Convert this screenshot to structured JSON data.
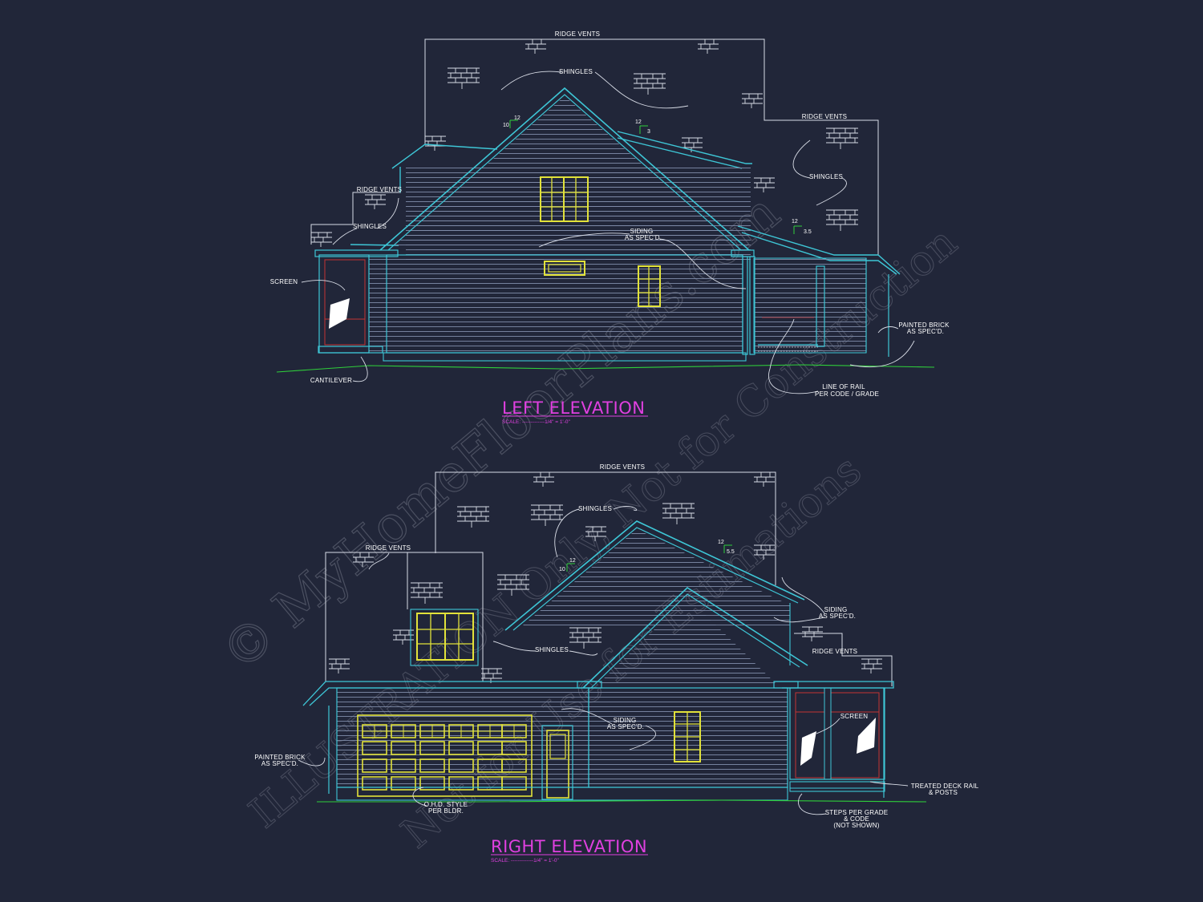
{
  "watermark": {
    "line1": "© MyHomeFloorPlans.com",
    "line2": "ILLUSTRATION Only, Not for Construction",
    "line3": "Not for Use for Estimations"
  },
  "left_elevation": {
    "title": "LEFT ELEVATION",
    "scale": "SCALE: -------------1/4\" = 1'-0\"",
    "labels": {
      "ridge_vents_top": "RIDGE VENTS",
      "shingles_top": "SHINGLES",
      "ridge_vents_right": "RIDGE VENTS",
      "shingles_right": "SHINGLES",
      "ridge_vents_left": "RIDGE VENTS",
      "shingles_left": "SHINGLES",
      "siding": "SIDING",
      "siding_spec": "AS SPEC'D.",
      "screen": "SCREEN",
      "painted_brick": "PAINTED BRICK",
      "painted_brick_spec": "AS SPEC'D.",
      "cantilever": "CANTILEVER",
      "line_of_rail": "LINE OF RAIL",
      "per_code_grade": "PER CODE / GRADE"
    },
    "pitches": {
      "main_run": "12",
      "main_rise": "10",
      "mid_run": "12",
      "mid_rise": "3",
      "right_run": "12",
      "right_rise": "3.5"
    }
  },
  "right_elevation": {
    "title": "RIGHT ELEVATION",
    "scale": "SCALE: -------------1/4\" = 1'-0\"",
    "labels": {
      "ridge_vents_top": "RIDGE VENTS",
      "shingles_top": "SHINGLES",
      "ridge_vents_left": "RIDGE VENTS",
      "shingles_mid": "SHINGLES",
      "siding_right": "SIDING",
      "siding_right_spec": "AS SPEC'D.",
      "ridge_vents_right": "RIDGE VENTS",
      "screen": "SCREEN",
      "siding_center": "SIDING",
      "siding_center_spec": "AS SPEC'D.",
      "painted_brick": "PAINTED BRICK",
      "painted_brick_spec": "AS SPEC'D.",
      "ohd": "O.H.D. STYLE",
      "per_bldr": "PER BLDR.",
      "treated_deck": "TREATED DECK RAIL",
      "posts": "& POSTS",
      "steps": "STEPS PER GRADE",
      "code": "& CODE",
      "not_shown": "(NOT SHOWN)"
    },
    "pitches": {
      "main_run": "12",
      "main_rise": "10",
      "right_run": "12",
      "right_rise": "5.5"
    }
  },
  "colors": {
    "background": "#212639",
    "outline": "#3ec6d6",
    "siding": "#7f8ba8",
    "window": "#e2e23a",
    "rail": "#c43434",
    "grade": "#2fcf3a",
    "title": "#e040e0",
    "label": "#ffffff"
  }
}
